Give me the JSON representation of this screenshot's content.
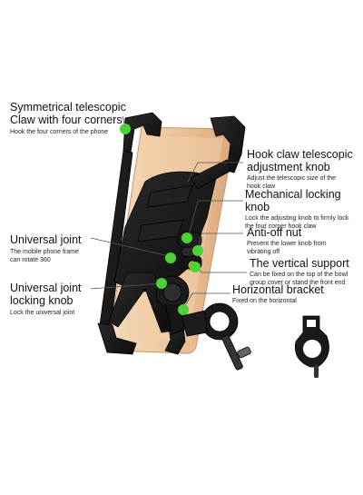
{
  "labels": {
    "symmetrical_claw": {
      "title_line1": "Symmetrical telescopic",
      "title_line2": "Claw with four corners",
      "desc": "Hook the four corners of the phone"
    },
    "universal_joint": {
      "title": "Universal joint",
      "desc_line1": "The mobile phone frame",
      "desc_line2": "can rotate 360"
    },
    "universal_joint_locking": {
      "title_line1": "Universal joint",
      "title_line2": "locking knob",
      "desc": "Lock the universal joint"
    },
    "hook_claw_knob": {
      "title_line1": "Hook claw telescopic",
      "title_line2": "adjustment knob",
      "desc_line1": "Adjust the telescopic size of the",
      "desc_line2": "hook claw"
    },
    "mechanical_locking_knob": {
      "title": "Mechanical locking knob",
      "desc_line1": "Lock the adjusting knob to firmly lock",
      "desc_line2": "the four corner hook claw"
    },
    "anti_off_nut": {
      "title": "Anti-off nut",
      "desc_line1": "Prevent the lower knob from",
      "desc_line2": "vibrating off"
    },
    "vertical_support": {
      "title": "The vertical support",
      "desc_line1": "Can be fixed on the top of the bowl",
      "desc_line2": "group cover or stand the front end"
    },
    "horizontal_bracket": {
      "title": "Horizontal bracket",
      "desc": "Fixed on the horizontal"
    }
  },
  "colors": {
    "marker": "#4cd136",
    "holder": "#1a1a1a",
    "phone": "#ecc39a",
    "leader": "#555555"
  }
}
